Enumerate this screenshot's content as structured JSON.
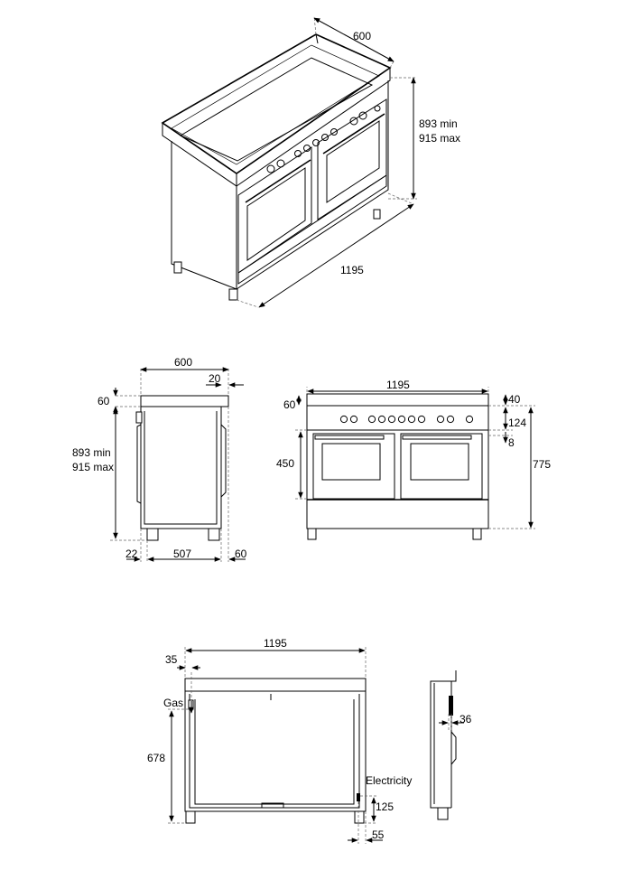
{
  "perspective": {
    "depth": "600",
    "height_min": "893 min",
    "height_max": "915 max",
    "width": "1195"
  },
  "side": {
    "depth": "600",
    "back_offset": "20",
    "top": "60",
    "height_min": "893 min",
    "height_max": "915 max",
    "front_offset": "22",
    "base": "507",
    "rear_offset": "60"
  },
  "front": {
    "width": "1195",
    "top": "60",
    "panel_top": "40",
    "panel": "124",
    "gap": "8",
    "oven": "450",
    "worktop": "775"
  },
  "rear": {
    "width": "1195",
    "left_offset": "35",
    "gas_label": "Gas",
    "gas_height": "678",
    "elec_label": "Electricity",
    "elec_height": "125",
    "elec_offset": "55"
  },
  "rear_side": {
    "depth": "36"
  }
}
